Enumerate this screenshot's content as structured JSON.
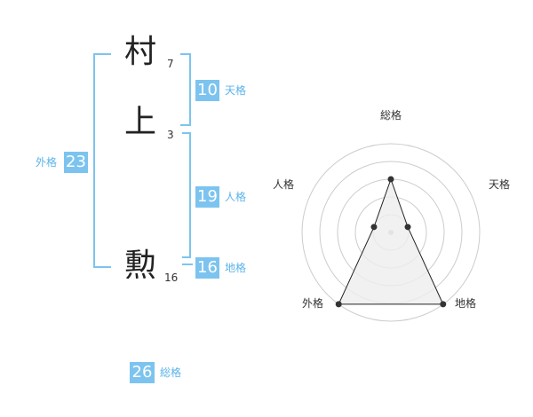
{
  "name": {
    "chars": [
      {
        "char": "村",
        "strokes": "7"
      },
      {
        "char": "上",
        "strokes": "3"
      },
      {
        "char": "勲",
        "strokes": "16"
      }
    ]
  },
  "kaku": {
    "tenkaku": {
      "value": "10",
      "label": "天格"
    },
    "jinkaku": {
      "value": "19",
      "label": "人格"
    },
    "chikaku": {
      "value": "16",
      "label": "地格"
    },
    "gaikaku": {
      "value": "23",
      "label": "外格"
    },
    "soukaku": {
      "value": "26",
      "label": "総格"
    }
  },
  "radar": {
    "axes": [
      "総格",
      "天格",
      "地格",
      "外格",
      "人格"
    ],
    "levels": 5,
    "values": [
      3,
      1,
      5,
      5,
      1
    ],
    "colors": {
      "ring": "#cccccc",
      "fill": "#eeeeee",
      "line": "#222222",
      "point": "#333333"
    }
  },
  "colors": {
    "accent": "#7cc4ef",
    "accent_text": "#5bb3ea"
  }
}
